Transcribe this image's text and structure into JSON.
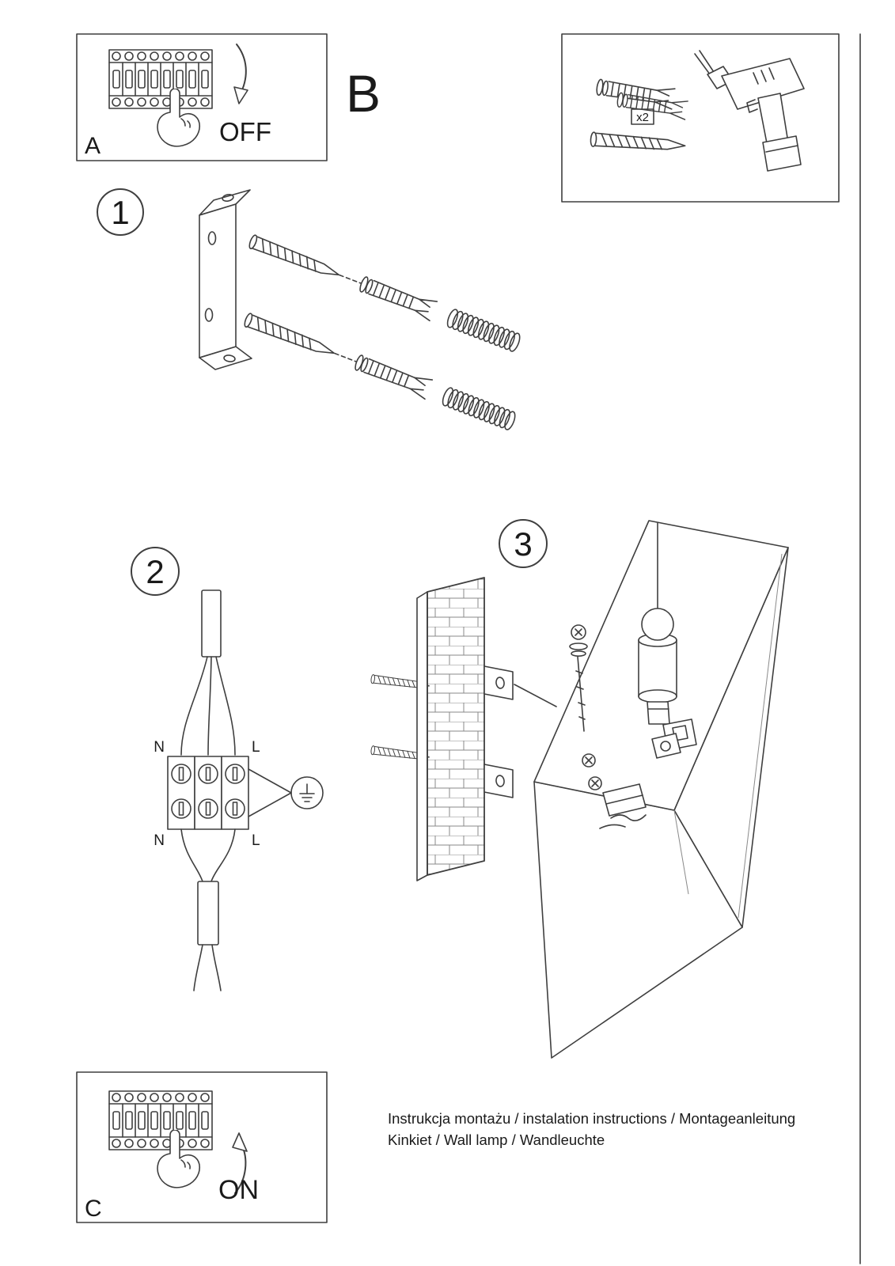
{
  "panels": {
    "a": {
      "label": "A",
      "state": "OFF"
    },
    "b": {
      "label": "B",
      "quantity": "x2"
    },
    "c": {
      "label": "C",
      "state": "ON"
    }
  },
  "steps": {
    "one": "1",
    "two": "2",
    "three": "3"
  },
  "wiring": {
    "neutral_top": "N",
    "line_top": "L",
    "neutral_bottom": "N",
    "line_bottom": "L"
  },
  "footer": {
    "line1": "Instrukcja montażu / instalation instructions / Montageanleitung",
    "line2": "Kinkiet / Wall lamp / Wandleuchte"
  },
  "colors": {
    "stroke": "#3f3f3f",
    "text": "#1a1a1a",
    "background": "#ffffff",
    "hatch": "#8a8a8a"
  }
}
